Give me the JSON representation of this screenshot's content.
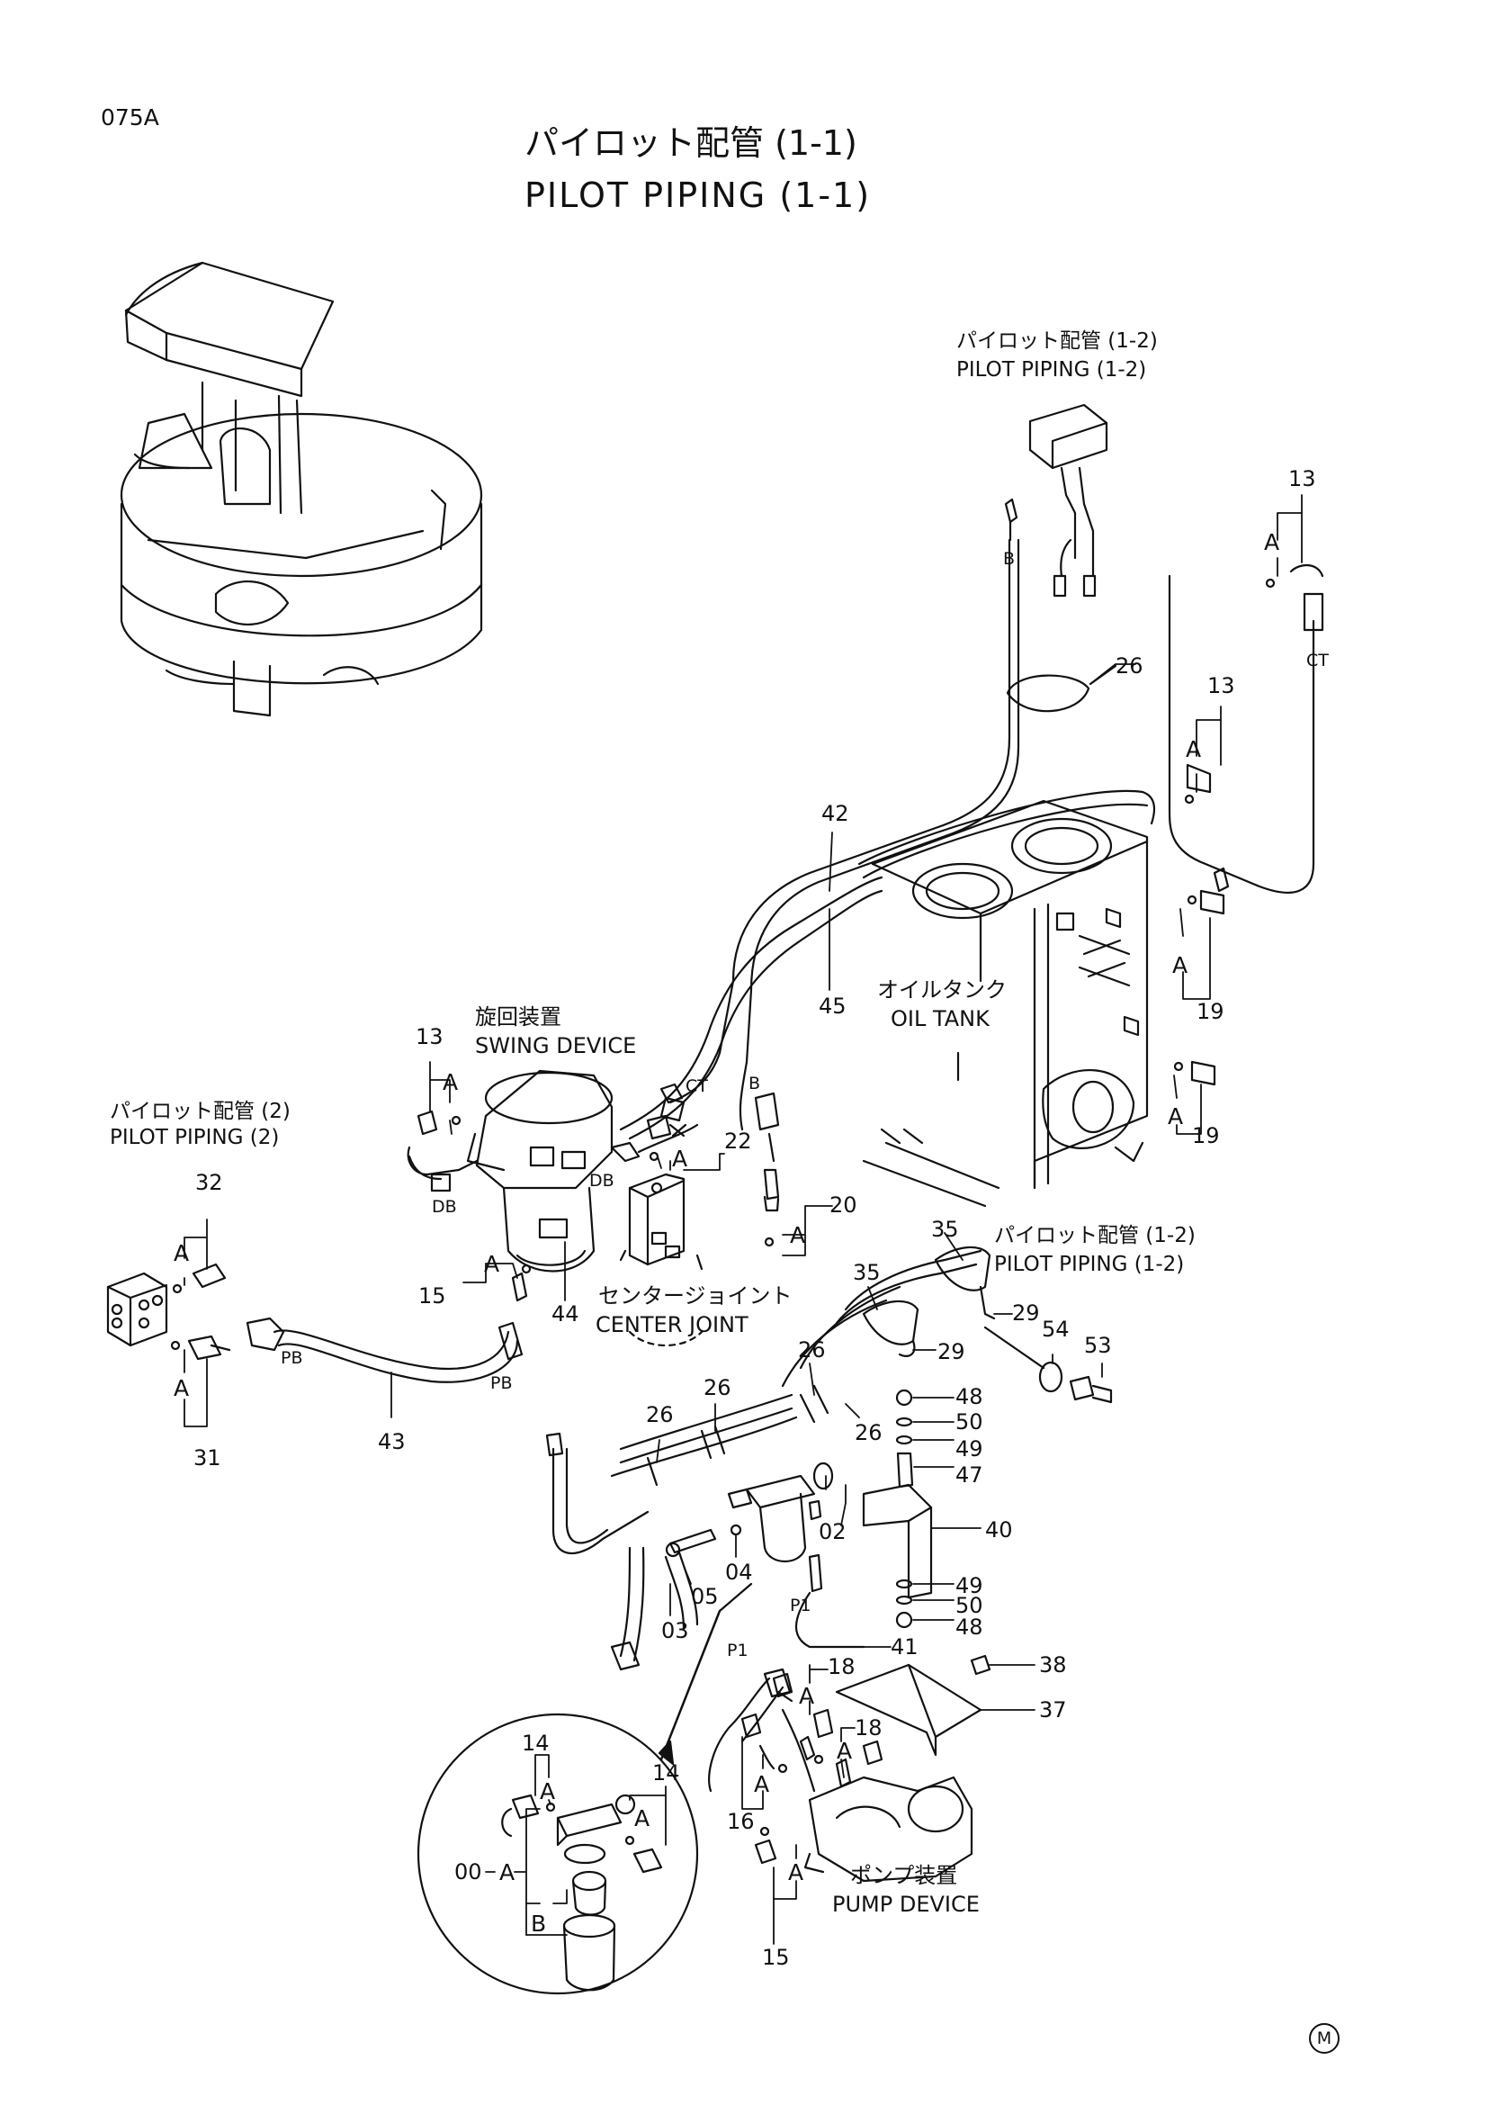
{
  "page_code": "075A",
  "title": {
    "jp": "パイロット配管 (1-1)",
    "en": "PILOT PIPING (1-1)"
  },
  "cross_references": [
    {
      "jp": "パイロット配管 (1-2)",
      "en": "PILOT PIPING (1-2)"
    },
    {
      "jp": "パイロット配管 (2)",
      "en": "PILOT PIPING (2)"
    },
    {
      "jp": "パイロット配管 (1-2)",
      "en": "PILOT PIPING (1-2)"
    }
  ],
  "components": [
    {
      "jp": "旋回装置",
      "en": "SWING DEVICE"
    },
    {
      "jp": "オイルタンク",
      "en": "OIL TANK"
    },
    {
      "jp": "センタージョイント",
      "en": "CENTER JOINT"
    },
    {
      "jp": "ポンプ装置",
      "en": "PUMP DEVICE"
    }
  ],
  "part_numbers": [
    "13",
    "13",
    "13",
    "26",
    "42",
    "45",
    "19",
    "19",
    "22",
    "20",
    "32",
    "15",
    "44",
    "43",
    "31",
    "35",
    "35",
    "29",
    "29",
    "54",
    "53",
    "26",
    "26",
    "26",
    "26",
    "48",
    "50",
    "49",
    "47",
    "40",
    "49",
    "50",
    "48",
    "02",
    "04",
    "05",
    "03",
    "41",
    "38",
    "37",
    "18",
    "18",
    "16",
    "15",
    "14",
    "14",
    "00"
  ],
  "port_labels": [
    "B",
    "CT",
    "CT",
    "B",
    "DB",
    "DB",
    "PB",
    "PB",
    "P1",
    "P1",
    "B"
  ],
  "letter_a": "A",
  "corner_mark": "M"
}
